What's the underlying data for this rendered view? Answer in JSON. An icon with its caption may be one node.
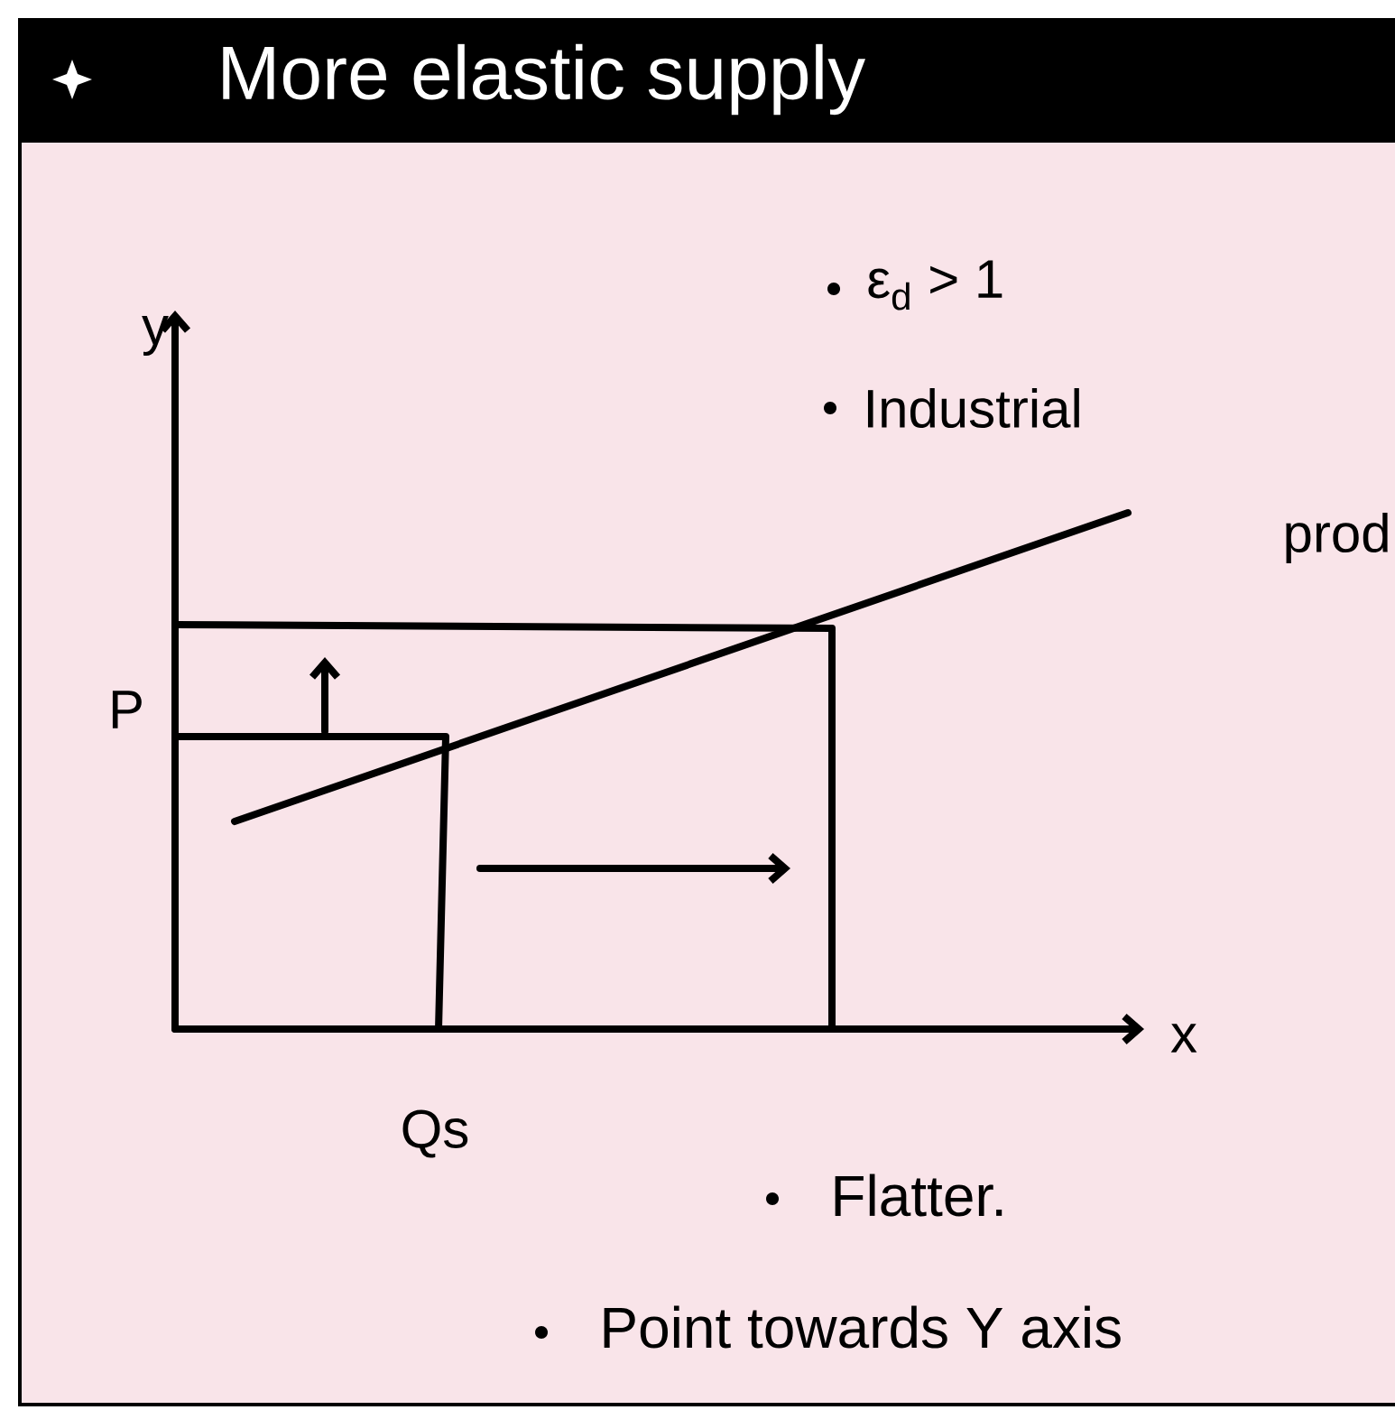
{
  "diagram": {
    "title": "More elastic supply",
    "labels": [
      "ε$_{d}$ > 1",
      "Industrial",
      "prod",
      "y",
      "P",
      "x",
      "Qs",
      "Flatter.",
      "Point towards Y axis"
    ]
  }
}
